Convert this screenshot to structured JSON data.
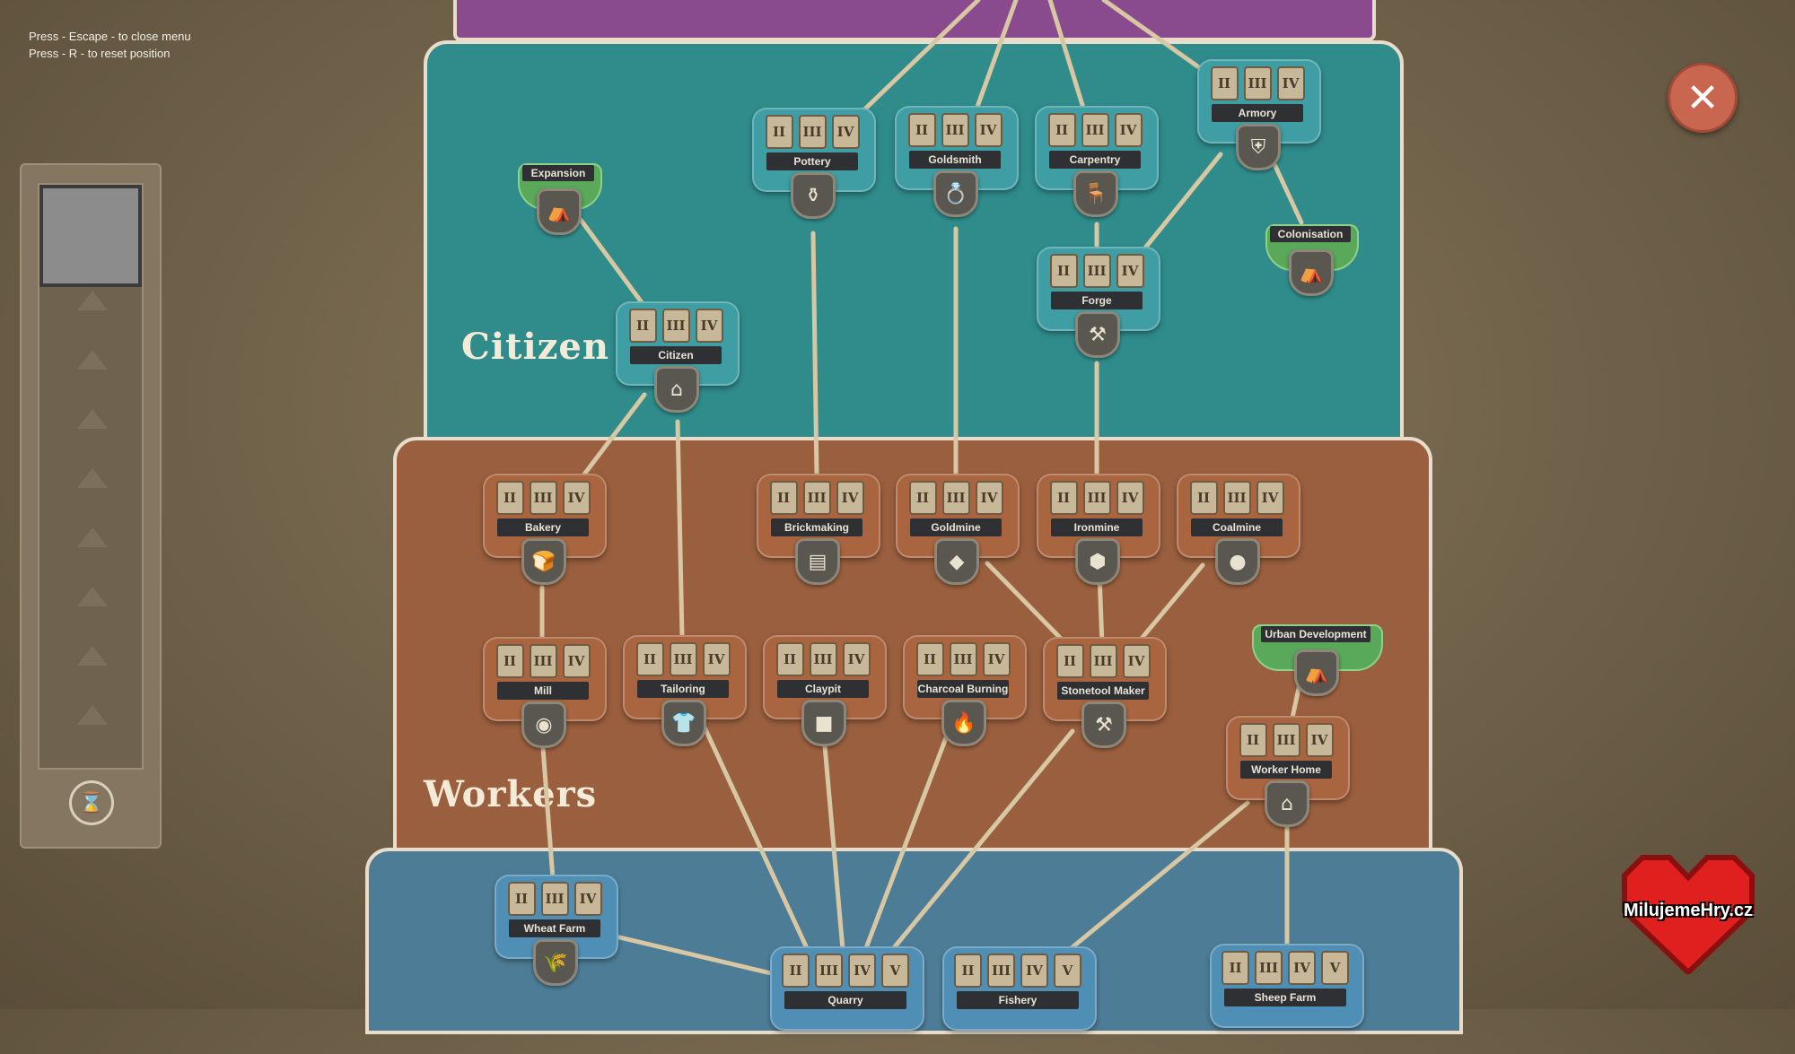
{
  "hints": [
    "Press - Escape - to close menu",
    "Press - R - to reset position"
  ],
  "levels": [
    "II",
    "III",
    "IV"
  ],
  "levels5": [
    "II",
    "III",
    "IV",
    "V"
  ],
  "tiers": {
    "citizen": "Citizen",
    "workers": "Workers"
  },
  "colors": {
    "citizen_panel": "#2f8c8b",
    "workers_panel": "#9a5f3e",
    "peasant_panel": "#4d7d96",
    "top_panel": "#8a4a8e",
    "unlock": "#5aa85a"
  },
  "nodes": {
    "pottery": {
      "name": "Pottery",
      "icon": "pottery-icon"
    },
    "goldsmith": {
      "name": "Goldsmith",
      "icon": "goldsmith-icon"
    },
    "carpentry": {
      "name": "Carpentry",
      "icon": "carpentry-icon"
    },
    "armory": {
      "name": "Armory",
      "icon": "armory-icon"
    },
    "forge": {
      "name": "Forge",
      "icon": "forge-icon"
    },
    "citizen": {
      "name": "Citizen",
      "icon": "citizen-home-icon"
    },
    "bakery": {
      "name": "Bakery",
      "icon": "bread-icon"
    },
    "brickmaking": {
      "name": "Brickmaking",
      "icon": "brick-icon"
    },
    "goldmine": {
      "name": "Goldmine",
      "icon": "gold-ore-icon"
    },
    "ironmine": {
      "name": "Ironmine",
      "icon": "iron-ore-icon"
    },
    "coalmine": {
      "name": "Coalmine",
      "icon": "coal-icon"
    },
    "mill": {
      "name": "Mill",
      "icon": "flour-sack-icon"
    },
    "tailoring": {
      "name": "Tailoring",
      "icon": "clothes-icon"
    },
    "claypit": {
      "name": "Claypit",
      "icon": "clay-icon"
    },
    "charcoal": {
      "name": "Charcoal Burning",
      "icon": "charcoal-icon"
    },
    "stonetool": {
      "name": "Stonetool Maker",
      "icon": "stone-tool-icon"
    },
    "workerhome": {
      "name": "Worker Home",
      "icon": "worker-home-icon"
    },
    "wheatfarm": {
      "name": "Wheat Farm",
      "icon": "wheat-icon"
    },
    "quarry": {
      "name": "Quarry"
    },
    "fishery": {
      "name": "Fishery"
    },
    "sheepfarm": {
      "name": "Sheep Farm"
    }
  },
  "unlocks": {
    "expansion": {
      "name": "Expansion",
      "icon": "expansion-icon"
    },
    "colonisation": {
      "name": "Colonisation",
      "icon": "colonisation-icon"
    },
    "urban": {
      "name": "Urban Development",
      "icon": "urban-development-icon"
    }
  },
  "close_icon": "close-icon",
  "logo_text": "MilujemeHry.cz"
}
